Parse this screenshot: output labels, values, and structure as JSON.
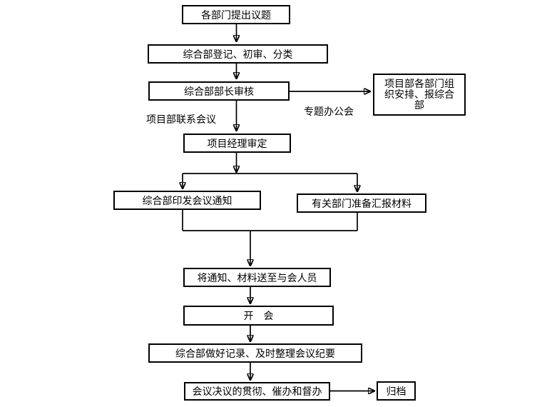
{
  "diagram": {
    "type": "flowchart",
    "background_color": "#ffffff",
    "line_color": "#000000",
    "text_color": "#000000",
    "nodes": [
      {
        "id": "depts-propose-topics",
        "label": "各部门提出议题"
      },
      {
        "id": "register-review-classify",
        "label": "综合部登记、初审、分类"
      },
      {
        "id": "director-review",
        "label": "综合部部长审核"
      },
      {
        "id": "project-depts-organize-report",
        "label": "项目部各部门组织安排、报综合部"
      },
      {
        "id": "project-manager-approve",
        "label": "项目经理审定"
      },
      {
        "id": "issue-meeting-notice",
        "label": "综合部印发会议通知"
      },
      {
        "id": "prepare-report-materials",
        "label": "有关部门准备汇报材料"
      },
      {
        "id": "send-notice-materials",
        "label": "将通知、材料送至与会人员"
      },
      {
        "id": "hold-meeting",
        "label": "开　会"
      },
      {
        "id": "records-minutes",
        "label": "综合部做好记录、及时整理会议纪要"
      },
      {
        "id": "implement-urge-supervise",
        "label": "会议决议的贯彻、催办和督办"
      },
      {
        "id": "archive",
        "label": "归档"
      }
    ],
    "edge_labels": [
      {
        "id": "project-liaison-meeting",
        "text": "项目部联系会议"
      },
      {
        "id": "special-topic-office-meeting",
        "text": "专题办公会"
      }
    ]
  }
}
